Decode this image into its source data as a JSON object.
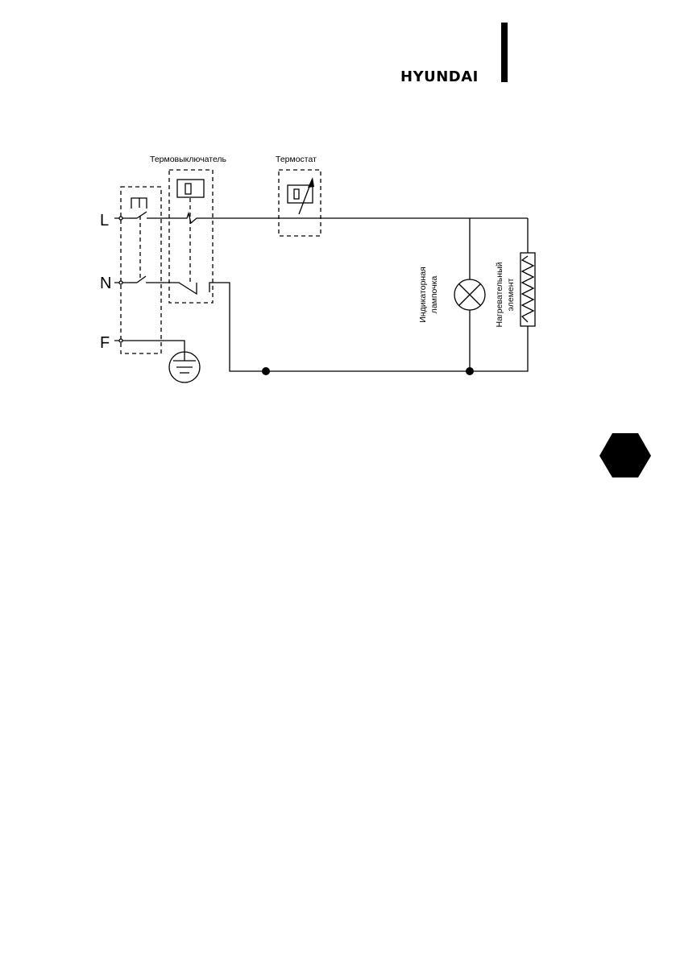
{
  "header": {
    "brand": "HYUNDAI"
  },
  "diagram": {
    "labels": {
      "thermal_switch": "Термовыключатель",
      "thermostat": "Термостат",
      "indicator_lamp_line1": "Индикаторная",
      "indicator_lamp_line2": "лампочка",
      "heating_element_line1": "Нагревательный",
      "heating_element_line2": "элемент"
    },
    "terminals": {
      "line": "L",
      "neutral": "N",
      "ground": "F"
    }
  },
  "colors": {
    "ink": "#000000",
    "background": "#ffffff"
  }
}
